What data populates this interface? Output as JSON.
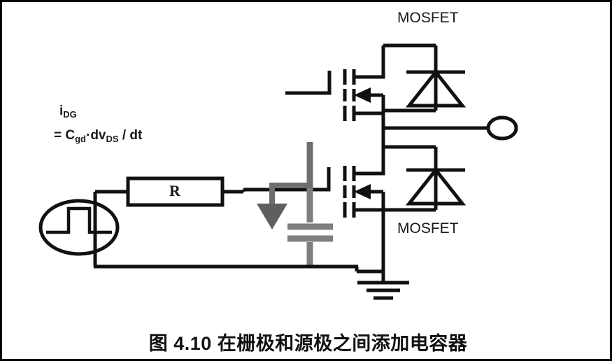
{
  "figure": {
    "caption": "图 4.10  在栅极和源极之间添加电容器",
    "labels": {
      "mosfet_top": "MOSFET",
      "mosfet_bottom": "MOSFET",
      "resistor": "R"
    },
    "formula": {
      "line1_symbol": "i",
      "line1_sub": "DG",
      "line2_eq": "= C",
      "line2_sub1": "gd",
      "line2_mid": "·dv",
      "line2_sub2": "DS",
      "line2_tail": " / dt"
    },
    "colors": {
      "wire": "#111111",
      "capacitor_gray": "#7f7f7f",
      "arrow_gray": "#5f5f5f",
      "background": "#ffffff",
      "border": "#000000"
    },
    "components": [
      {
        "name": "pulse-source",
        "type": "voltage-source"
      },
      {
        "name": "resistor",
        "type": "resistor",
        "value": "R"
      },
      {
        "name": "added-capacitor",
        "type": "capacitor"
      },
      {
        "name": "mosfet-high-side",
        "type": "n-mosfet-with-body-diode"
      },
      {
        "name": "mosfet-low-side",
        "type": "n-mosfet-with-body-diode"
      },
      {
        "name": "output-terminal",
        "type": "terminal"
      },
      {
        "name": "ground",
        "type": "ground"
      }
    ]
  }
}
